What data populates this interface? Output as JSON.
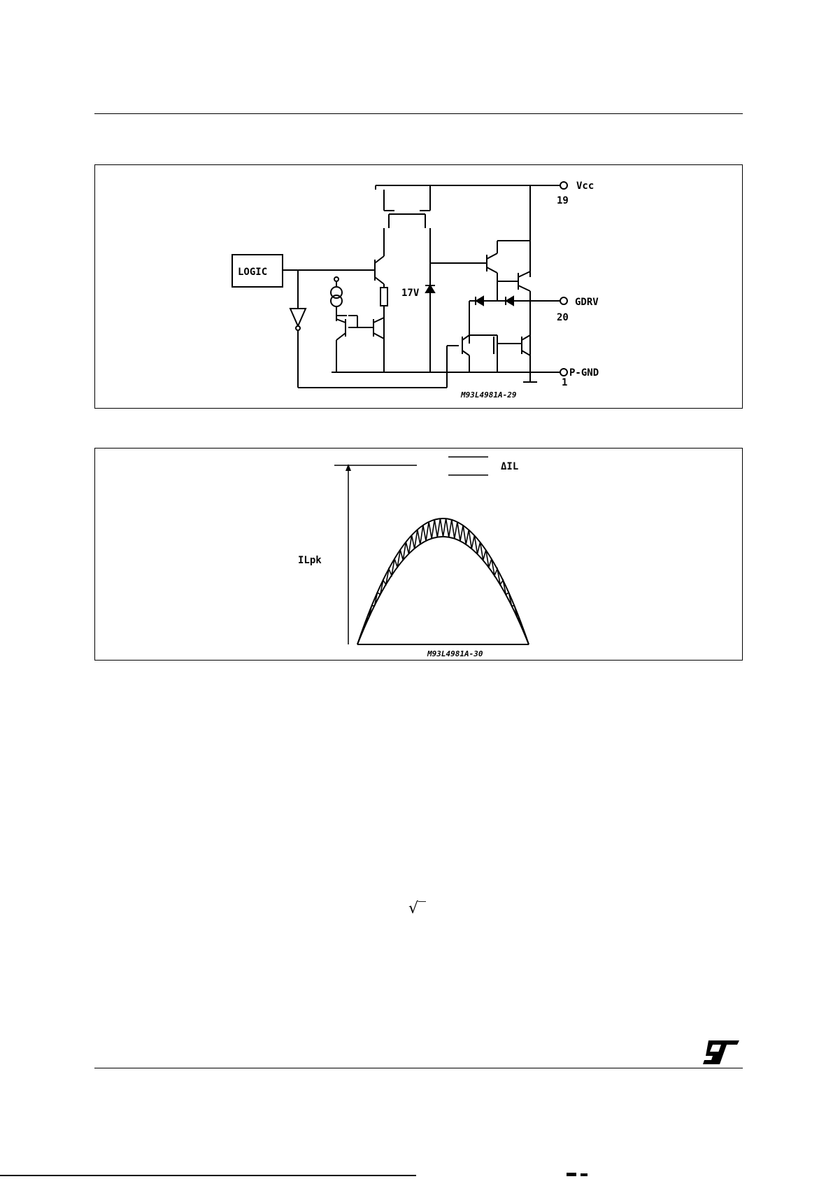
{
  "figure1": {
    "logic_label": "LOGIC",
    "zener_label": "17V",
    "vcc_label": "Vcc",
    "vcc_pin": "19",
    "gdrv_label": "GDRV",
    "gdrv_pin": "20",
    "pgnd_label": "P-GND",
    "pgnd_pin": "1",
    "code": "M93L4981A-29"
  },
  "figure2": {
    "peak_label": "ILpk",
    "ripple_label": "ΔIL",
    "code": "M93L4981A-30"
  },
  "formula": {
    "sqrt_symbol": "√‾"
  },
  "logo": {
    "text": "ST",
    "color": "#000000"
  }
}
